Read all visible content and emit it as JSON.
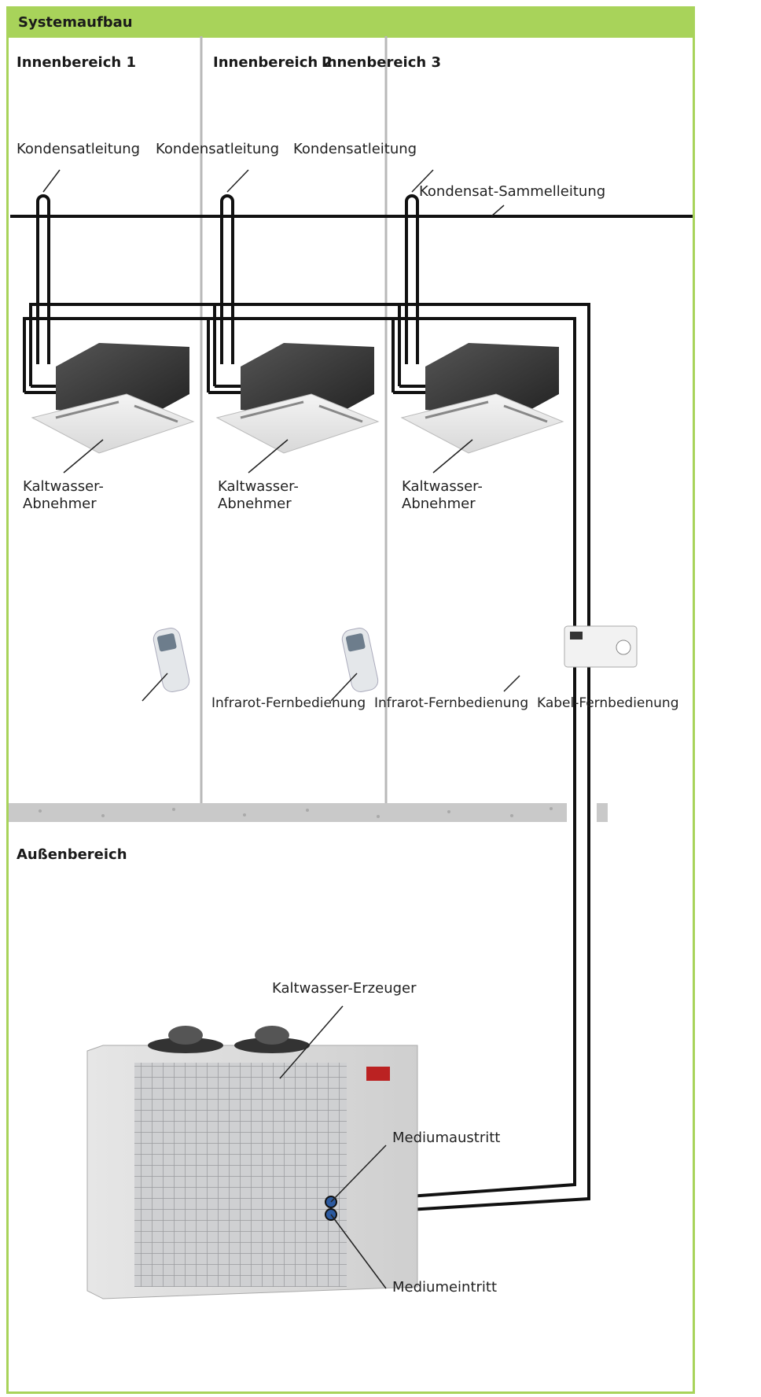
{
  "title": "Systemaufbau",
  "zones": {
    "indoor_1": "Innenbereich 1",
    "indoor_2": "Innenbereich 2",
    "indoor_3": "Innenbereich 3",
    "outdoor": "Außenbereich"
  },
  "labels": {
    "condensate_1": "Kondensatleitung",
    "condensate_2": "Kondensatleitung",
    "condensate_3": "Kondensatleitung",
    "condensate_collector": "Kondensat-Sammelleitung",
    "unit_1_line1": "Kaltwasser-",
    "unit_1_line2": "Abnehmer",
    "unit_2_line1": "Kaltwasser-",
    "unit_2_line2": "Abnehmer",
    "unit_3_line1": "Kaltwasser-",
    "unit_3_line2": "Abnehmer",
    "remote_2": "Infrarot-Fernbedienung",
    "remote_3": "Infrarot-Fernbedienung",
    "remote_cable": "Kabel-Fernbedienung",
    "chiller": "Kaltwasser-Erzeuger",
    "outlet": "Mediumaustritt",
    "inlet": "Mediumeintritt"
  },
  "colors": {
    "accent_green": "#a8d35a",
    "pipe": "#111111",
    "wall": "#b8b8b8",
    "floor": "#c9c9c9"
  },
  "icons": [
    "cassette-unit-icon",
    "ir-remote-icon",
    "wall-thermostat-icon",
    "chiller-unit-icon",
    "fan-icon"
  ]
}
